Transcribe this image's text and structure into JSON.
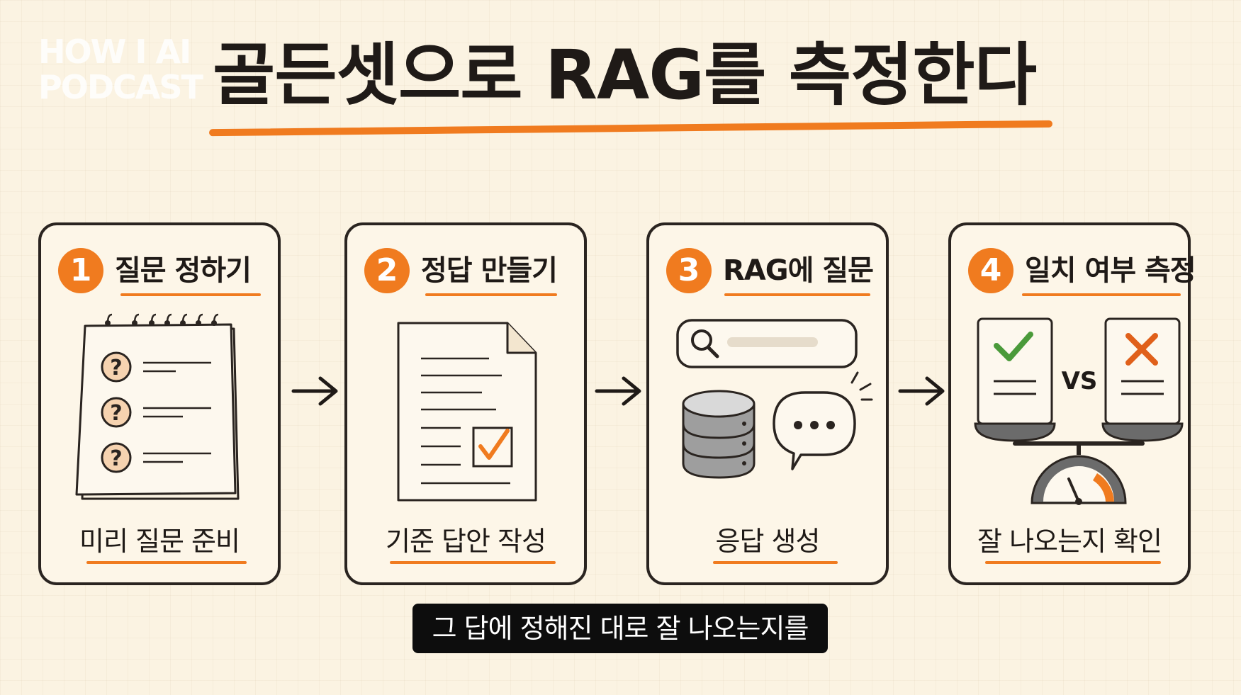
{
  "watermark": {
    "line1": "HOW I AI",
    "line2": "PODCAST"
  },
  "title": "골든셋으로 RAG를 측정한다",
  "steps": [
    {
      "number": "1",
      "title": "질문 정하기",
      "caption": "미리 질문 준비",
      "icon": "notepad-question-icon"
    },
    {
      "number": "2",
      "title": "정답 만들기",
      "caption": "기준 답안 작성",
      "icon": "document-check-icon"
    },
    {
      "number": "3",
      "title": "RAG에 질문",
      "caption": "응답 생성",
      "icon": "search-database-chat-icon"
    },
    {
      "number": "4",
      "title": "일치 여부 측정",
      "caption": "잘 나오는지 확인",
      "icon": "scale-compare-icon"
    }
  ],
  "compare_label": "VS",
  "subtitle": "그 답에 정해진 대로 잘 나오는지를",
  "colors": {
    "accent": "#f07b1f",
    "ink": "#2a2420",
    "background": "#fbf3e2",
    "check": "#4a9a3a"
  }
}
